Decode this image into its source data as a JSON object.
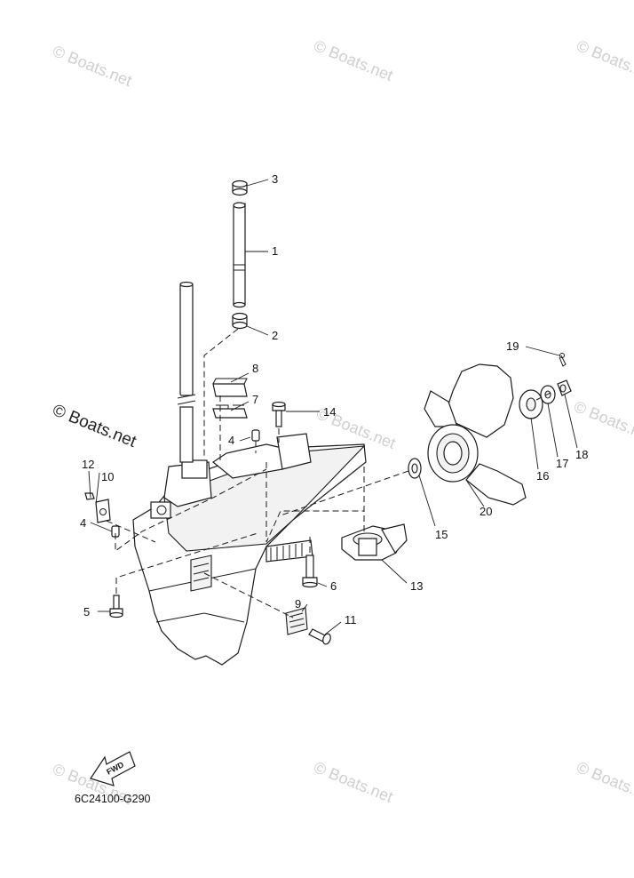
{
  "watermarks": [
    "© Boats.net",
    "© Boats.net",
    "© Boats.net",
    "© Boats.net",
    "© Boats.net",
    "© Boats.net",
    "© Boats.net",
    "© Boats.net",
    "© Boats.net"
  ],
  "callouts": {
    "p1": "1",
    "p2": "2",
    "p3": "3",
    "p4a": "4",
    "p4b": "4",
    "p5": "5",
    "p6": "6",
    "p7": "7",
    "p8": "8",
    "p9": "9",
    "p10": "10",
    "p11": "11",
    "p12": "12",
    "p13": "13",
    "p14": "14",
    "p15": "15",
    "p16": "16",
    "p17": "17",
    "p18": "18",
    "p19": "19",
    "p20": "20"
  },
  "fwd_label": "FWD",
  "diagram_code": "6C24100-G290"
}
